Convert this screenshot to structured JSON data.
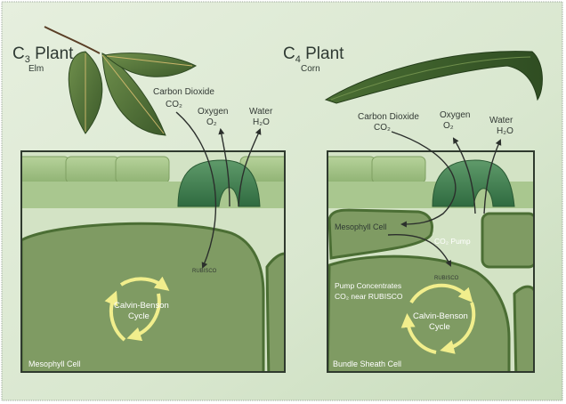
{
  "c3": {
    "title_main": "C",
    "title_sub": "3",
    "title_rest": " Plant",
    "plant": "Elm",
    "co2_label": "Carbon Dioxide",
    "co2_formula": "CO₂",
    "o2_label": "Oxygen",
    "o2_formula": "O₂",
    "water_label": "Water",
    "water_formula": "H₂O",
    "rubisco": "RUBISCO",
    "cycle_line1": "Calvin-Benson",
    "cycle_line2": "Cycle",
    "cell_label": "Mesophyll Cell"
  },
  "c4": {
    "title_main": "C",
    "title_sub": "4",
    "title_rest": " Plant",
    "plant": "Corn",
    "co2_label": "Carbon Dioxide",
    "co2_formula": "CO₂",
    "o2_label": "Oxygen",
    "o2_formula": "O₂",
    "water_label": "Water",
    "water_formula": "H₂O",
    "mesophyll_label": "Mesophyll Cell",
    "pump_label": "CO₂ Pump",
    "rubisco": "RUBISCO",
    "concentrates_line1": "Pump Concentrates",
    "concentrates_line2": "CO₂ near RUBISCO",
    "cycle_line1": "Calvin-Benson",
    "cycle_line2": "Cycle",
    "cell_label": "Bundle Sheath Cell"
  },
  "colors": {
    "background": "#dbe8d2",
    "cell_dark": "#7e9a62",
    "cell_light": "#cfe0c0",
    "outline": "#4b6e34",
    "cycle": "#f1ee8c"
  }
}
